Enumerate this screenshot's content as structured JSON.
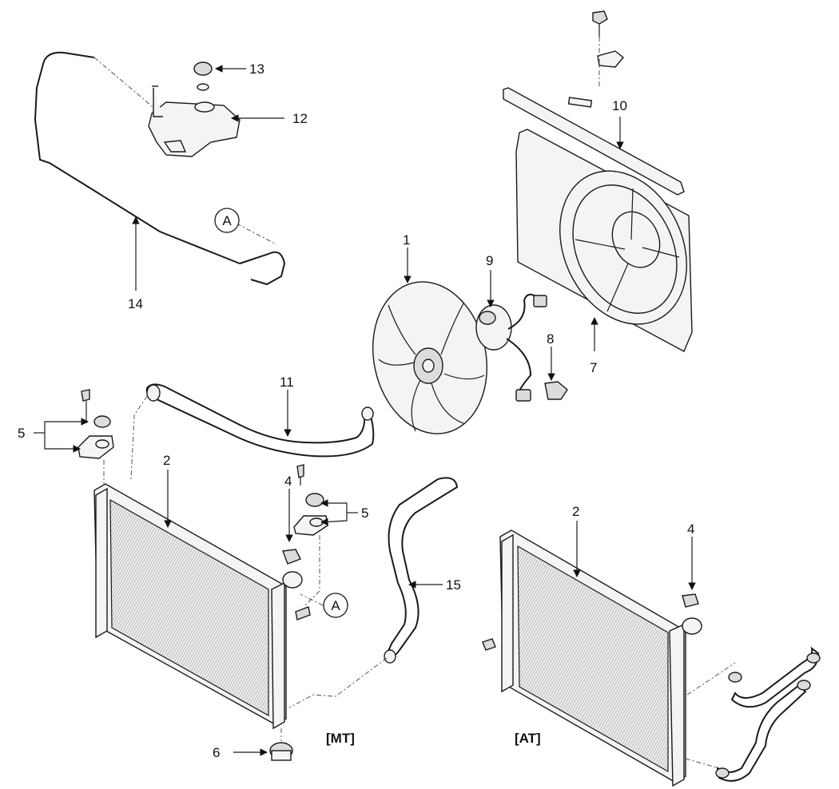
{
  "callouts": {
    "c1": "1",
    "c2_mt": "2",
    "c2_at": "2",
    "c4_mt": "4",
    "c4_at": "4",
    "c5_left": "5",
    "c5_right": "5",
    "c6": "6",
    "c7": "7",
    "c8": "8",
    "c9": "9",
    "c10": "10",
    "c11": "11",
    "c12": "12",
    "c13": "13",
    "c14": "14",
    "c15": "15",
    "ref_a_top": "A",
    "ref_a_bottom": "A"
  },
  "variants": {
    "mt": "[MT]",
    "at": "[AT]"
  }
}
